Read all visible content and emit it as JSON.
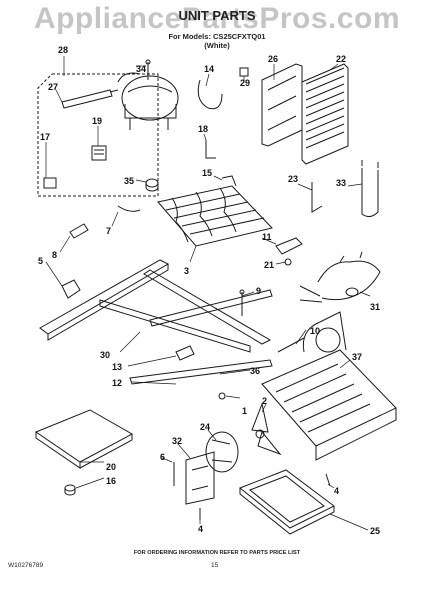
{
  "watermark": "AppliancePartsPros.com",
  "header": {
    "title": "UNIT PARTS",
    "models_line": "For Models: CS25CFXTQ01",
    "color_line": "(White)"
  },
  "callouts": [
    "28",
    "34",
    "14",
    "29",
    "26",
    "22",
    "27",
    "19",
    "17",
    "35",
    "18",
    "15",
    "23",
    "33",
    "7",
    "8",
    "11",
    "5",
    "3",
    "21",
    "9",
    "31",
    "10",
    "30",
    "13",
    "12",
    "36",
    "37",
    "1",
    "2",
    "24",
    "32",
    "6",
    "20",
    "16",
    "4",
    "4",
    "25"
  ],
  "footer": {
    "note": "FOR ORDERING INFORMATION REFER TO PARTS PRICE LIST",
    "part_number": "W10276789",
    "page_number": "15"
  }
}
